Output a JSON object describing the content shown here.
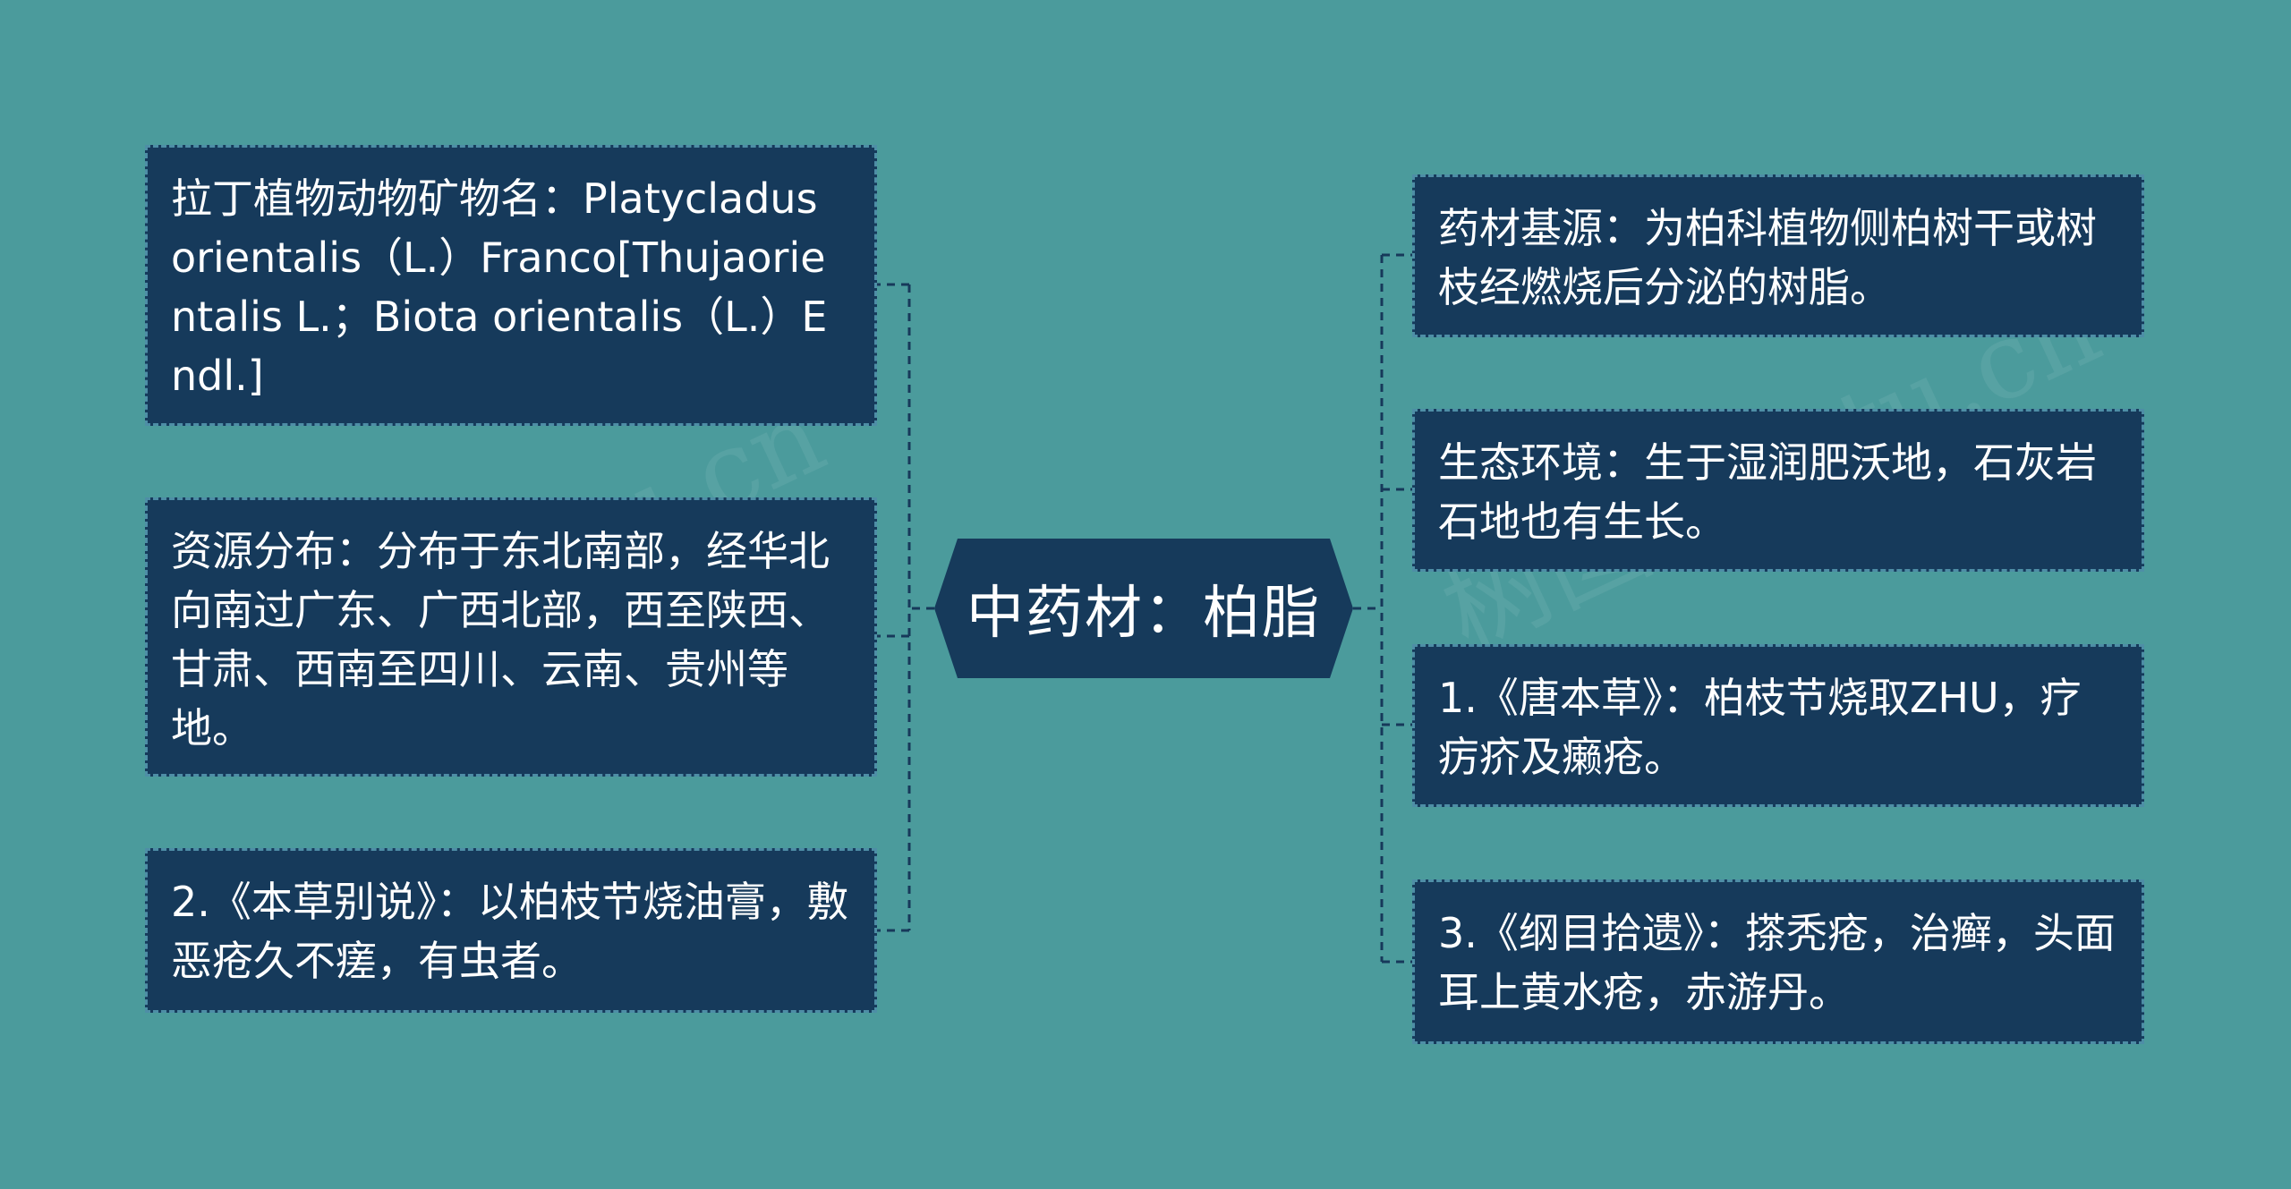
{
  "center": {
    "label": "中药材：柏脂"
  },
  "left_nodes": [
    {
      "text": "拉丁植物动物矿物名：Platycladus orientalis（L.）Franco[Thujaorientalis L.；Biota orientalis（L.）Endl.]"
    },
    {
      "text": "资源分布：分布于东北南部，经华北向南过广东、广西北部，西至陕西、甘肃、西南至四川、云南、贵州等地。"
    },
    {
      "text": "2.《本草别说》：以柏枝节烧油膏，敷恶疮久不瘥，有虫者。"
    }
  ],
  "right_nodes": [
    {
      "text": "药材基源：为柏科植物侧柏树干或树枝经燃烧后分泌的树脂。"
    },
    {
      "text": "生态环境：生于湿润肥沃地，石灰岩石地也有生长。"
    },
    {
      "text": "1.《唐本草》：柏枝节烧取ZHU，疗疠疥及癞疮。"
    },
    {
      "text": "3.《纲目拾遗》：搽秃疮，治癣，头面耳上黄水疮，赤游丹。"
    }
  ],
  "watermarks": [
    "shutu.cn",
    "树图 shutu.cn"
  ],
  "colors": {
    "background": "#4b9b9c",
    "node_fill": "#163a5b",
    "node_border": "#4e8ea6",
    "connector": "#17395a",
    "text": "#ffffff"
  }
}
